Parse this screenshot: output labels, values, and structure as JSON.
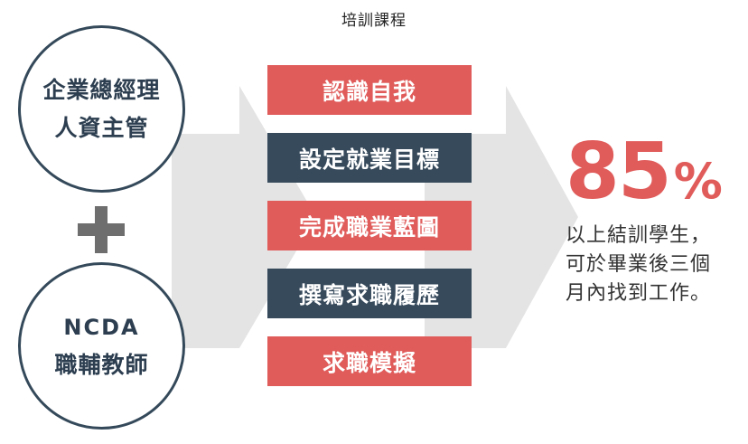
{
  "title": "培訓課程",
  "left": {
    "top_circle": {
      "line1": "企業總經理",
      "line2": "人資主管"
    },
    "bottom_circle": {
      "line1": "NCDA",
      "line2": "職輔教師"
    }
  },
  "steps": [
    {
      "label": "認識自我",
      "color": "#e05c5b"
    },
    {
      "label": "設定就業目標",
      "color": "#364a5c"
    },
    {
      "label": "完成職業藍圖",
      "color": "#e05c5b"
    },
    {
      "label": "撰寫求職履歷",
      "color": "#364a5c"
    },
    {
      "label": "求職模擬",
      "color": "#e05c5b"
    }
  ],
  "result": {
    "percent_value": "85",
    "percent_sign": "%",
    "caption_lines": [
      "以上結訓學生，",
      "可於畢業後三個",
      "月內找到工作。"
    ]
  },
  "colors": {
    "accent_red": "#e05c5b",
    "navy": "#34495a",
    "arrow_gray": "#e4e4e4",
    "plus_gray": "#6e6e6e"
  }
}
